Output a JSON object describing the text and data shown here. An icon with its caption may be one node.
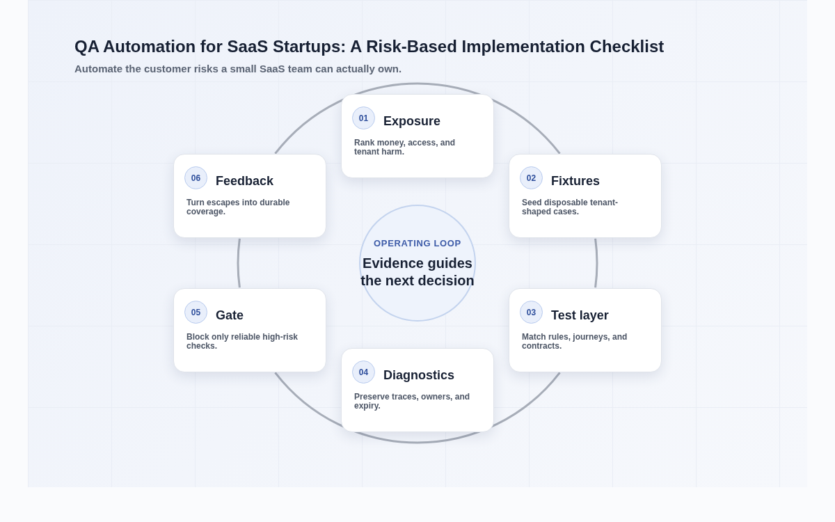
{
  "diagram": {
    "title": "QA Automation for SaaS Startups: A Risk-Based Implementation Checklist",
    "nodes": [
      {
        "text": [
          "01",
          "Exposure",
          "Rank money, access, and tenant harm."
        ]
      },
      {
        "text": [
          "02",
          "Fixtures",
          "Seed disposable tenant-shaped cases."
        ]
      },
      {
        "text": [
          "03",
          "Test layer",
          "Match rules, journeys, and contracts."
        ]
      },
      {
        "text": [
          "04",
          "Diagnostics",
          "Preserve traces, owners, and expiry."
        ]
      },
      {
        "text": [
          "05",
          "Gate",
          "Block only reliable high-risk checks."
        ]
      },
      {
        "text": [
          "06",
          "Feedback",
          "Turn escapes into durable coverage."
        ]
      },
      {
        "text": [
          "OPERATING LOOP",
          "Evidence guides the next decision"
        ]
      }
    ],
    "edges": [
      {
        "from": 0,
        "to": 1,
        "arrow": "none"
      },
      {
        "from": 1,
        "to": 2,
        "arrow": "none"
      },
      {
        "from": 2,
        "to": 3,
        "arrow": "none"
      },
      {
        "from": 3,
        "to": 4,
        "arrow": "none"
      },
      {
        "from": 4,
        "to": 5,
        "arrow": "none"
      },
      {
        "from": 5,
        "to": 0,
        "arrow": "none"
      }
    ],
    "labels": [
      "Automate the customer risks a small SaaS team can actually own."
    ]
  }
}
